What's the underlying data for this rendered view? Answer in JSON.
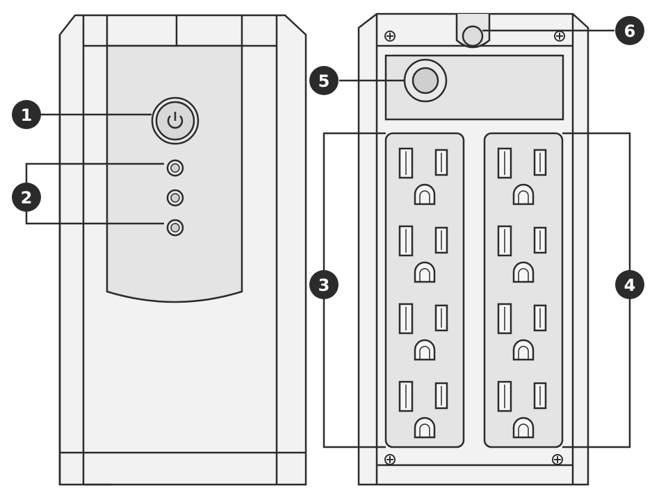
{
  "colors": {
    "ink": "#2b2b2b",
    "body_fill": "#ebebeb",
    "face_fill": "#e0e0e0",
    "callout_fill": "#2b2b2b",
    "callout_text": "#ffffff"
  },
  "callouts": [
    {
      "number": "1",
      "target": "power-button"
    },
    {
      "number": "2",
      "target": "led-indicators"
    },
    {
      "number": "3",
      "target": "outlet-bank-left"
    },
    {
      "number": "4",
      "target": "outlet-bank-right"
    },
    {
      "number": "5",
      "target": "circuit-breaker"
    },
    {
      "number": "6",
      "target": "cable-hole"
    }
  ],
  "front_panel": {
    "power_icon": "power-icon",
    "led_count": 3
  },
  "rear_panel": {
    "outlet_banks": [
      {
        "outlets": 4
      },
      {
        "outlets": 4
      }
    ],
    "screw_icon": "screw-icon"
  }
}
